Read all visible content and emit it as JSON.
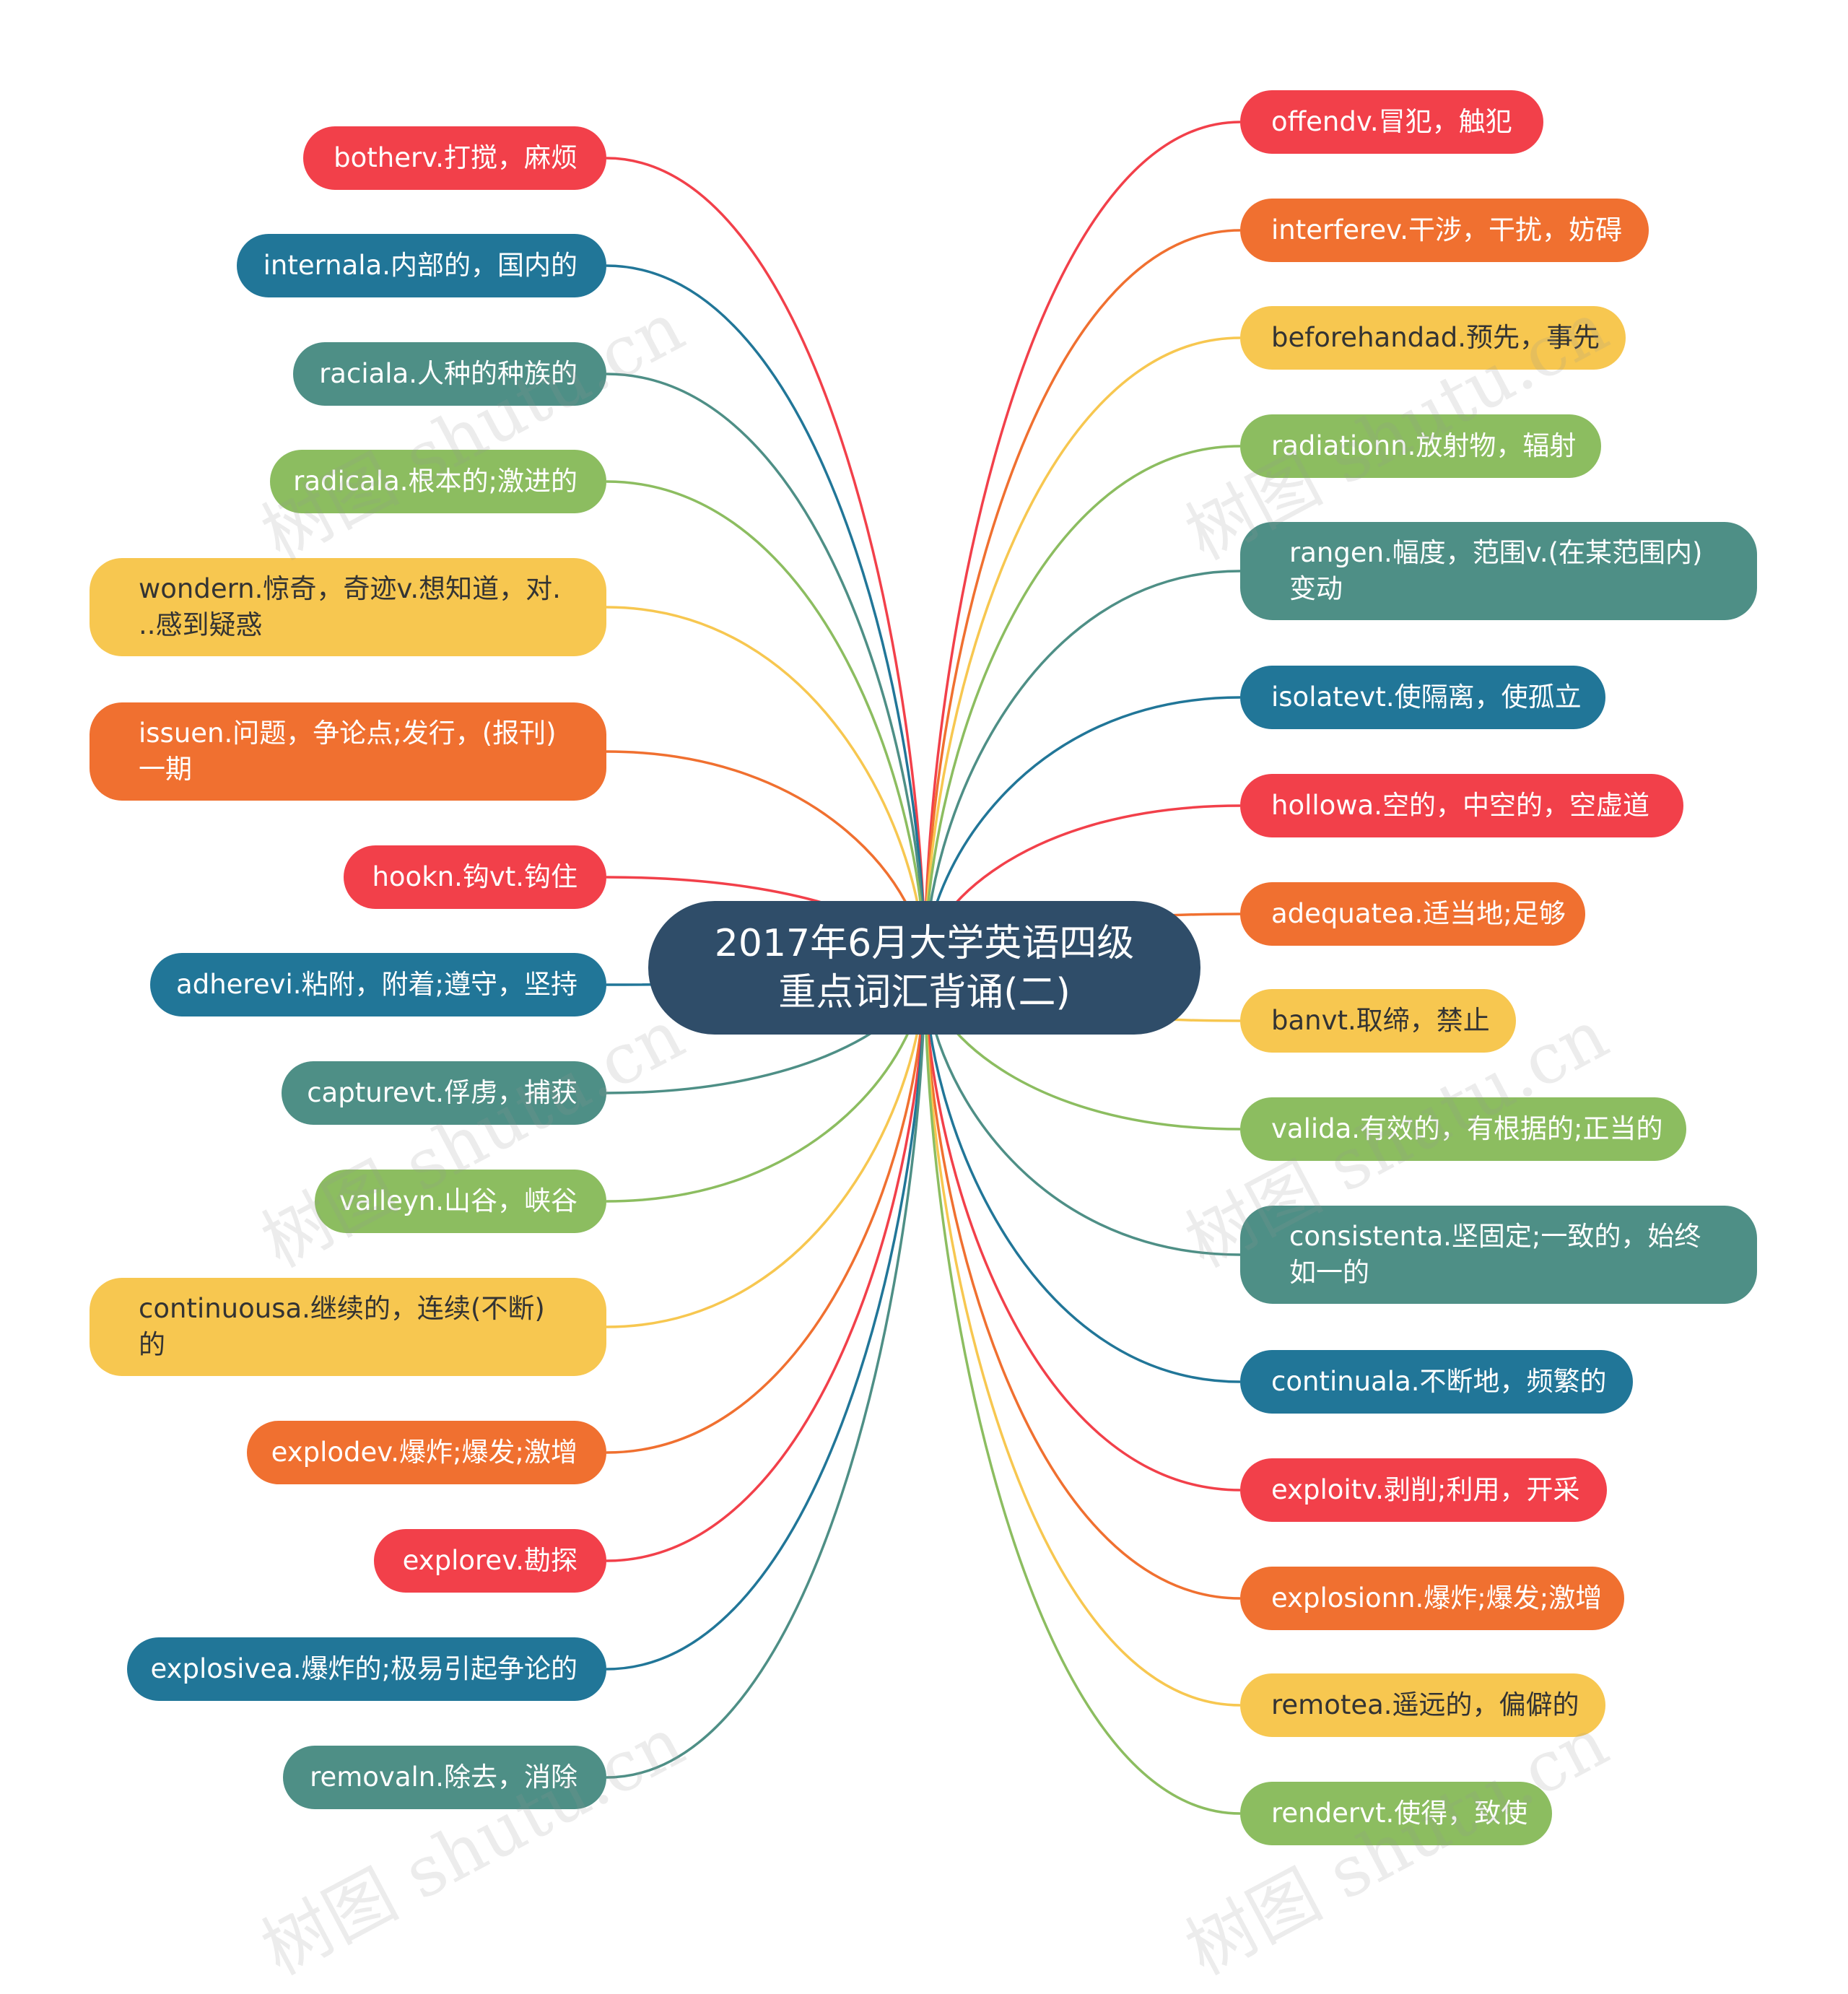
{
  "title": "2017年6月大学英语四级重点词汇背诵(二)",
  "title_lines": [
    "2017年6月大学英语四级",
    "重点词汇背诵(二)"
  ],
  "colors": {
    "red": "#f2404a",
    "orange": "#f07030",
    "yellow": "#f7c750",
    "green": "#8cbd60",
    "teal": "#4e8f86",
    "blue": "#217698",
    "center": "#2f4d69"
  },
  "watermark": "树图 shutu.cn",
  "left": [
    {
      "text": "botherv.打搅，麻烦",
      "color": "red"
    },
    {
      "text": "internala.内部的，国内的",
      "color": "blue"
    },
    {
      "text": "raciala.人种的种族的",
      "color": "teal"
    },
    {
      "text": "radicala.根本的;激进的",
      "color": "green"
    },
    {
      "text": "wondern.惊奇，奇迹v.想知道，对...感到疑惑",
      "lines": [
        "wondern.惊奇，奇迹v.想知道，对.",
        "..感到疑惑"
      ],
      "color": "yellow"
    },
    {
      "text": "issuen.问题，争论点;发行，(报刊)一期",
      "lines": [
        "issuen.问题，争论点;发行，(报刊)",
        "一期"
      ],
      "color": "orange"
    },
    {
      "text": "hookn.钩vt.钩住",
      "color": "red"
    },
    {
      "text": "adherevi.粘附，附着;遵守，坚持",
      "color": "blue"
    },
    {
      "text": "capturevt.俘虏，捕获",
      "color": "teal"
    },
    {
      "text": "valleyn.山谷，峡谷",
      "color": "green"
    },
    {
      "text": "continuousa.继续的，连续(不断)的",
      "lines": [
        "continuousa.继续的，连续(不断)",
        "的"
      ],
      "color": "yellow"
    },
    {
      "text": "explodev.爆炸;爆发;激增",
      "color": "orange"
    },
    {
      "text": "explorev.勘探",
      "color": "red"
    },
    {
      "text": "explosivea.爆炸的;极易引起争论的",
      "color": "blue"
    },
    {
      "text": "removaln.除去，消除",
      "color": "teal"
    }
  ],
  "right": [
    {
      "text": "offendv.冒犯，触犯",
      "color": "red"
    },
    {
      "text": "interferev.干涉，干扰，妨碍",
      "color": "orange"
    },
    {
      "text": "beforehandad.预先，事先",
      "color": "yellow"
    },
    {
      "text": "radiationn.放射物，辐射",
      "color": "green"
    },
    {
      "text": "rangen.幅度，范围v.(在某范围内)变动",
      "lines": [
        "rangen.幅度，范围v.(在某范围内)",
        "变动"
      ],
      "color": "teal"
    },
    {
      "text": "isolatevt.使隔离，使孤立",
      "color": "blue"
    },
    {
      "text": "hollowa.空的，中空的，空虚道",
      "color": "red"
    },
    {
      "text": "adequatea.适当地;足够",
      "color": "orange"
    },
    {
      "text": "banvt.取缔，禁止",
      "color": "yellow"
    },
    {
      "text": "valida.有效的，有根据的;正当的",
      "color": "green"
    },
    {
      "text": "consistenta.坚固定;一致的，始终如一的",
      "lines": [
        "consistenta.坚固定;一致的，始终",
        "如一的"
      ],
      "color": "teal"
    },
    {
      "text": "continuala.不断地，频繁的",
      "color": "blue"
    },
    {
      "text": "exploitv.剥削;利用，开采",
      "color": "red"
    },
    {
      "text": "explosionn.爆炸;爆发;激增",
      "color": "orange"
    },
    {
      "text": "remotea.遥远的，偏僻的",
      "color": "yellow"
    },
    {
      "text": "rendervt.使得，致使",
      "color": "green"
    }
  ]
}
